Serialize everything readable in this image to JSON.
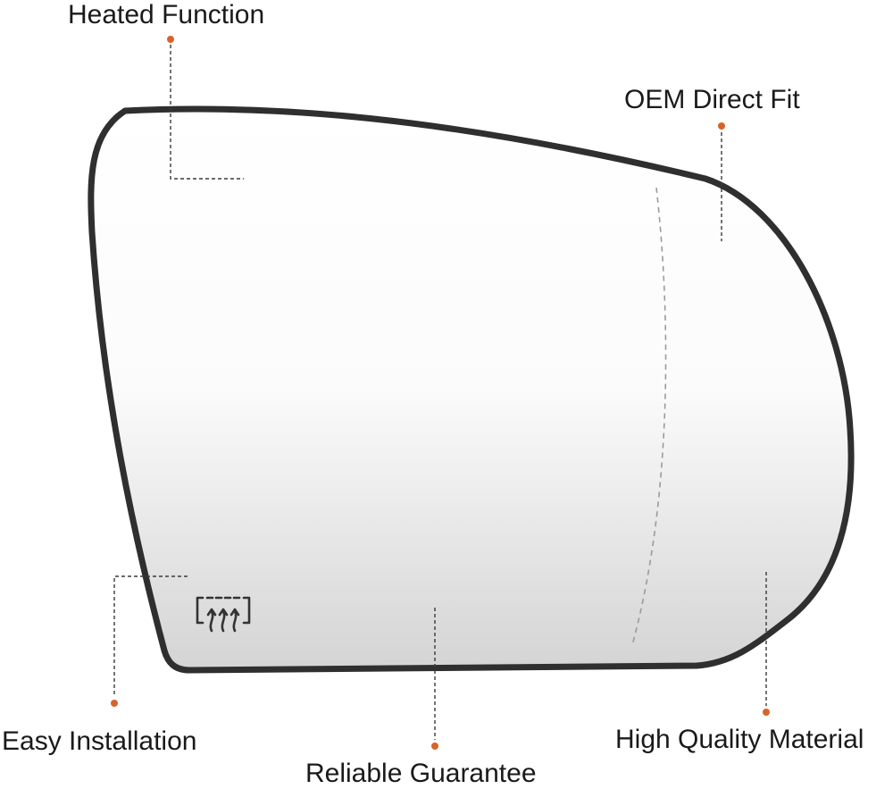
{
  "product": {
    "name": "heated side mirror glass",
    "icon": "heated-mirror-defrost-icon"
  },
  "colors": {
    "background": "#ffffff",
    "frame": "#2f2f2f",
    "glass_top": "#ffffff",
    "glass_bottom": "#d6d6d6",
    "accent_dot": "#d9622b",
    "callout_line": "#3a3a3a",
    "text": "#1a1a1a"
  },
  "features": [
    {
      "id": "heated",
      "label": "Heated Function"
    },
    {
      "id": "oem",
      "label": "OEM Direct Fit"
    },
    {
      "id": "easy",
      "label": "Easy Installation"
    },
    {
      "id": "reliable",
      "label": "Reliable Guarantee"
    },
    {
      "id": "quality",
      "label": "High Quality Material"
    }
  ]
}
